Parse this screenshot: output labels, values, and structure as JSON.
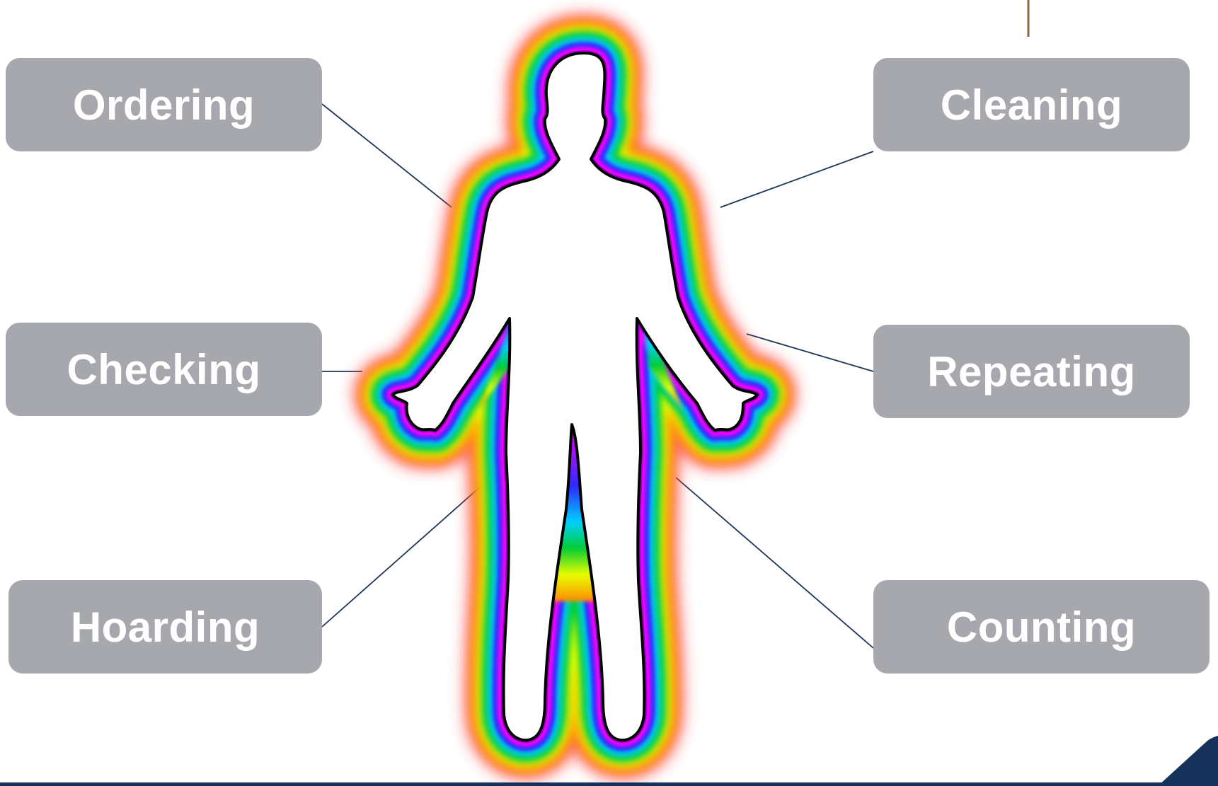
{
  "labels": {
    "ordering": "Ordering",
    "checking": "Checking",
    "hoarding": "Hoarding",
    "cleaning": "Cleaning",
    "repeating": "Repeating",
    "counting": "Counting"
  },
  "colors": {
    "label_box": "#a7a8ad",
    "label_text": "#ffffff",
    "connector": "#1c3557",
    "footer_bar": "#17325a",
    "corner_accent": "#17325a",
    "top_tick": "#8a6a3a",
    "body_outline": "#000000",
    "aura_gradient": [
      "#9d00c8",
      "#ff00ff",
      "#2a2aff",
      "#00d0ff",
      "#00cc33",
      "#e8ff00",
      "#ff8800",
      "#ff3333"
    ]
  }
}
